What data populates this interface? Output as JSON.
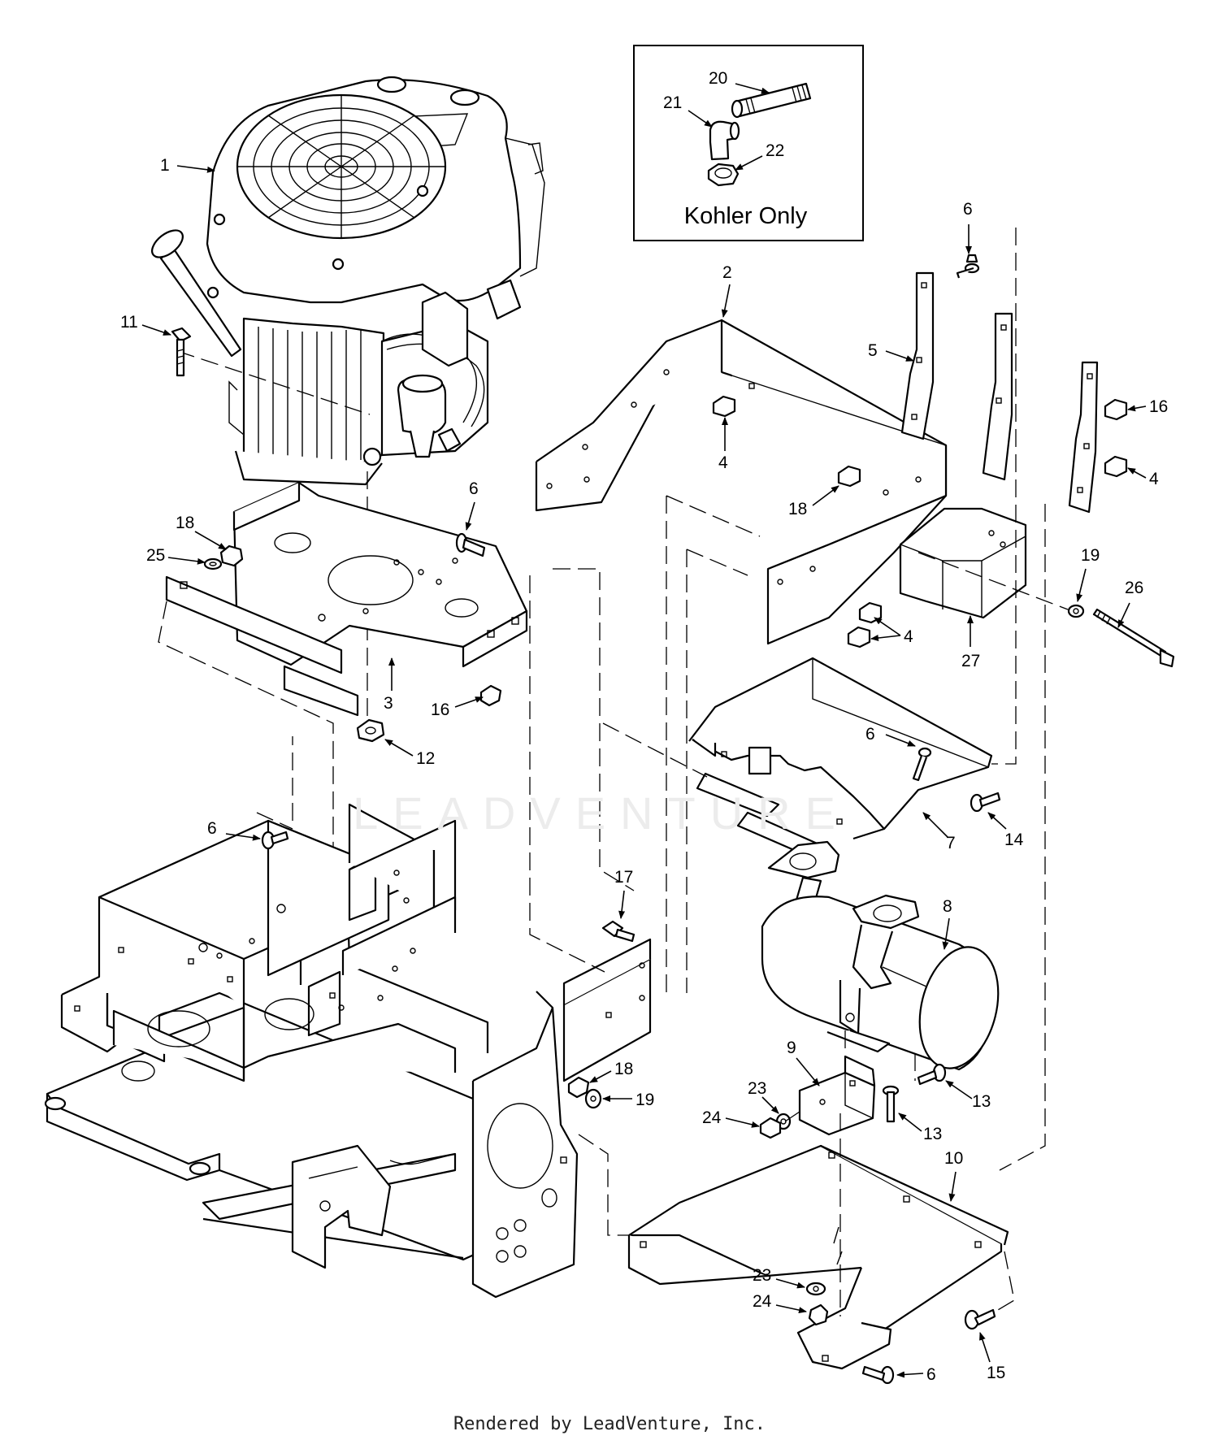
{
  "inset": {
    "title": "Kohler Only"
  },
  "watermark": {
    "text": "LEADVENTURE"
  },
  "footer": {
    "text": "Rendered by LeadVenture, Inc."
  },
  "callouts": {
    "c1": "1",
    "c2": "2",
    "c3": "3",
    "c4a": "4",
    "c4b": "4",
    "c4c": "4",
    "c5": "5",
    "c6a": "6",
    "c6b": "6",
    "c6c": "6",
    "c6d": "6",
    "c6e": "6",
    "c7": "7",
    "c8": "8",
    "c9": "9",
    "c10": "10",
    "c11": "11",
    "c12": "12",
    "c13a": "13",
    "c13b": "13",
    "c14": "14",
    "c15": "15",
    "c16a": "16",
    "c16b": "16",
    "c17": "17",
    "c18a": "18",
    "c18b": "18",
    "c18c": "18",
    "c19a": "19",
    "c19b": "19",
    "c20": "20",
    "c21": "21",
    "c22": "22",
    "c23a": "23",
    "c23b": "23",
    "c24a": "24",
    "c24b": "24",
    "c25": "25",
    "c26": "26",
    "c27": "27"
  }
}
